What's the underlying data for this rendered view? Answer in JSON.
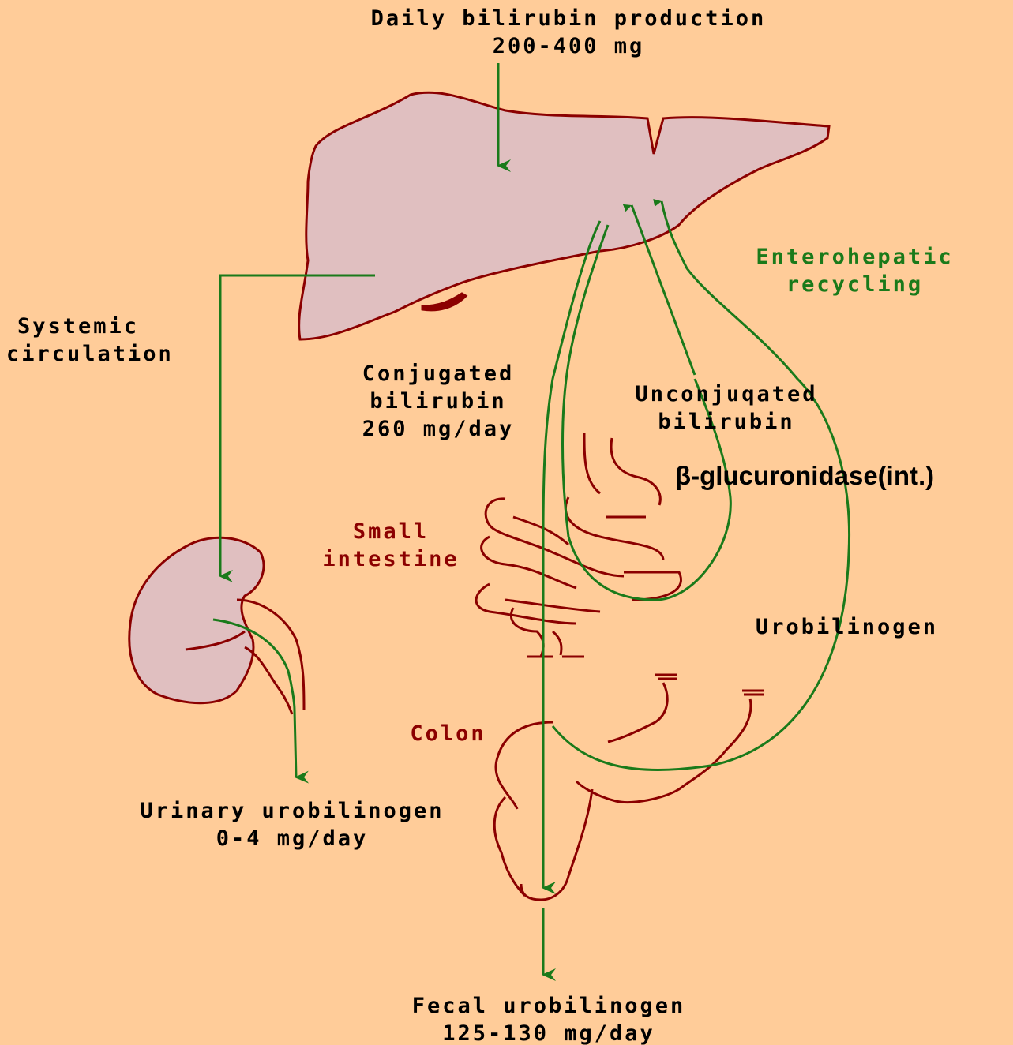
{
  "labels": {
    "daily_production": {
      "line1": "Daily bilirubin production",
      "line2": "200-400 mg"
    },
    "enterohepatic": {
      "line1": "Enterohepatic",
      "line2": "recycling"
    },
    "systemic": {
      "line1": "Systemic",
      "line2": "circulation"
    },
    "conjugated": {
      "line1": "Conjugated",
      "line2": "bilirubin",
      "line3": "260 mg/day"
    },
    "unconjugated": {
      "line1": "Unconjuqated",
      "line2": "bilirubin"
    },
    "enzyme": "β-glucuronidase(int.)",
    "small_intestine": {
      "line1": "Small",
      "line2": "intestine"
    },
    "urobilinogen": "Urobilinogen",
    "colon": "Colon",
    "urinary": {
      "line1": "Urinary urobilinogen",
      "line2": "0-4 mg/day"
    },
    "fecal": {
      "line1": "Fecal urobilinogen",
      "line2": "125-130 mg/day"
    }
  },
  "colors": {
    "background": "#ffcc99",
    "organ_fill": "#e0bfc0",
    "organ_outline": "#8b0000",
    "arrow_green": "#1a7a1a",
    "text_black": "#000000"
  }
}
